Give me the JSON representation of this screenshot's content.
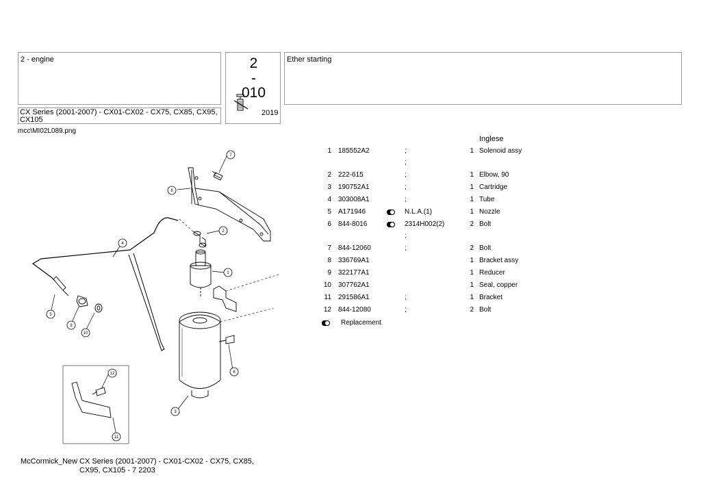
{
  "header": {
    "section": "2 - engine",
    "group_number": "2",
    "group_code_line2": "-",
    "group_code_line3": "010",
    "year": "2019",
    "title": "Ether starting",
    "series": "CX Series (2001-2007) - CX01-CX02 - CX75, CX85, CX95, CX105"
  },
  "image_file": "mcc\\MI02L089.png",
  "language": "Inglese",
  "parts": [
    {
      "num": "1",
      "part": "185552A2",
      "icon": false,
      "note": ";",
      "qty": "1",
      "desc": "Solenoid assy",
      "extra": ";"
    },
    {
      "num": "2",
      "part": "222-615",
      "icon": false,
      "note": ";",
      "qty": "1",
      "desc": "Elbow, 90"
    },
    {
      "num": "3",
      "part": "190752A1",
      "icon": false,
      "note": ";",
      "qty": "1",
      "desc": "Cartridge"
    },
    {
      "num": "4",
      "part": "303008A1",
      "icon": false,
      "note": ";",
      "qty": "1",
      "desc": "Tube"
    },
    {
      "num": "5",
      "part": "A171946",
      "icon": true,
      "note": "N.L.A.(1)",
      "qty": "1",
      "desc": "Nozzle"
    },
    {
      "num": "6",
      "part": "844-8016",
      "icon": true,
      "note": "2314H002(2)",
      "qty": "2",
      "desc": "Bolt",
      "extra": ";"
    },
    {
      "num": "7",
      "part": "844-12060",
      "icon": false,
      "note": ";",
      "qty": "2",
      "desc": "Bolt"
    },
    {
      "num": "8",
      "part": "336769A1",
      "icon": false,
      "note": "",
      "qty": "1",
      "desc": "Bracket assy"
    },
    {
      "num": "9",
      "part": "322177A1",
      "icon": false,
      "note": "",
      "qty": "1",
      "desc": "Reducer"
    },
    {
      "num": "10",
      "part": "307762A1",
      "icon": false,
      "note": "",
      "qty": "1",
      "desc": "Seal, copper"
    },
    {
      "num": "11",
      "part": "291586A1",
      "icon": false,
      "note": ";",
      "qty": "1",
      "desc": "Bracket"
    },
    {
      "num": "12",
      "part": "844-12080",
      "icon": false,
      "note": ";",
      "qty": "2",
      "desc": "Bolt"
    }
  ],
  "legend": {
    "replacement": "Replacement"
  },
  "footer": {
    "brand": "McCormick_New",
    "series": "CX Series (2001-2007) - CX01-CX02 - CX75, CX85, CX95, CX105 - 7  2203"
  },
  "callouts": [
    "1",
    "2",
    "3",
    "4",
    "5",
    "6",
    "7",
    "8",
    "9",
    "10",
    "11",
    "12"
  ]
}
